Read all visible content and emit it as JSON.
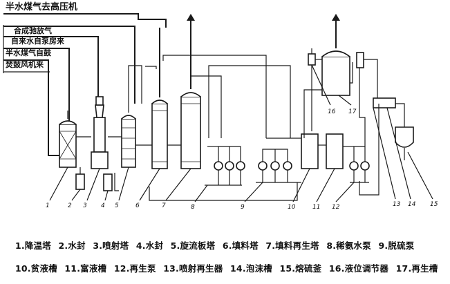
{
  "inlet_labels": [
    "半水煤气去高压机",
    "合成驰放气",
    "自来水自泵房来",
    "半水煤气自鼓",
    "焚鼓风机来"
  ],
  "equipment_numbers": [
    "1",
    "2",
    "3",
    "4",
    "5",
    "6",
    "7",
    "8",
    "9",
    "10",
    "11",
    "12",
    "13",
    "14",
    "15",
    "16",
    "17"
  ],
  "legend_row1": [
    "1.降温塔",
    "2.水封",
    "3.喷射塔",
    "4.水封",
    "5.旋流板塔",
    "6.填料塔",
    "7.填料再生塔",
    "8.稀氨水泵",
    "9.脱硫泵"
  ],
  "legend_row2": [
    "10.贫液槽",
    "11.富液槽",
    "12.再生泵",
    "13.喷射再生器",
    "14.泡沫槽",
    "15.熔硫釜",
    "16.液位调节器",
    "17.再生槽"
  ]
}
